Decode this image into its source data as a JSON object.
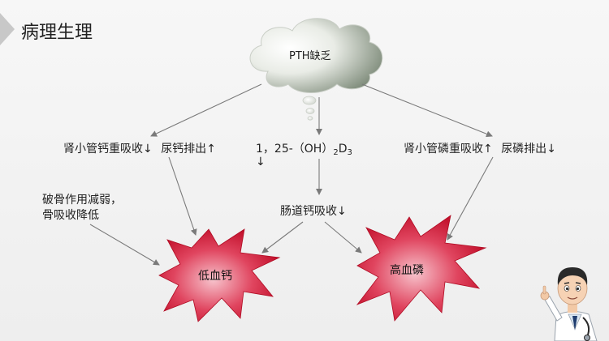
{
  "title": "病理生理",
  "cloud": {
    "label": "PTH缺乏"
  },
  "left_effect": {
    "text1": "肾小管钙重吸收",
    "arrow1": "↓",
    "text2": "尿钙排出",
    "arrow2": "↑"
  },
  "vitd": {
    "prefix": "1，25-（OH）",
    "sub1": "2",
    "main": "D",
    "sub2": "3",
    "arrow": "↓"
  },
  "right_effect": {
    "text1": "肾小管磷重吸收",
    "arrow1": "↑",
    "text2": "尿磷排出",
    "arrow2": "↓"
  },
  "bone": {
    "line1": "破骨作用减弱，",
    "line2": "骨吸收降低"
  },
  "intestine": {
    "text": "肠道钙吸收",
    "arrow": "↓"
  },
  "hypocalcemia": {
    "label": "低血钙"
  },
  "hyperphosphatemia": {
    "label": "高血磷"
  },
  "colors": {
    "burst_dark": "#c8102e",
    "burst_light": "#f4a6b4",
    "cloud_dark": "#8e9a8a",
    "arrow": "#7a7a7a"
  }
}
